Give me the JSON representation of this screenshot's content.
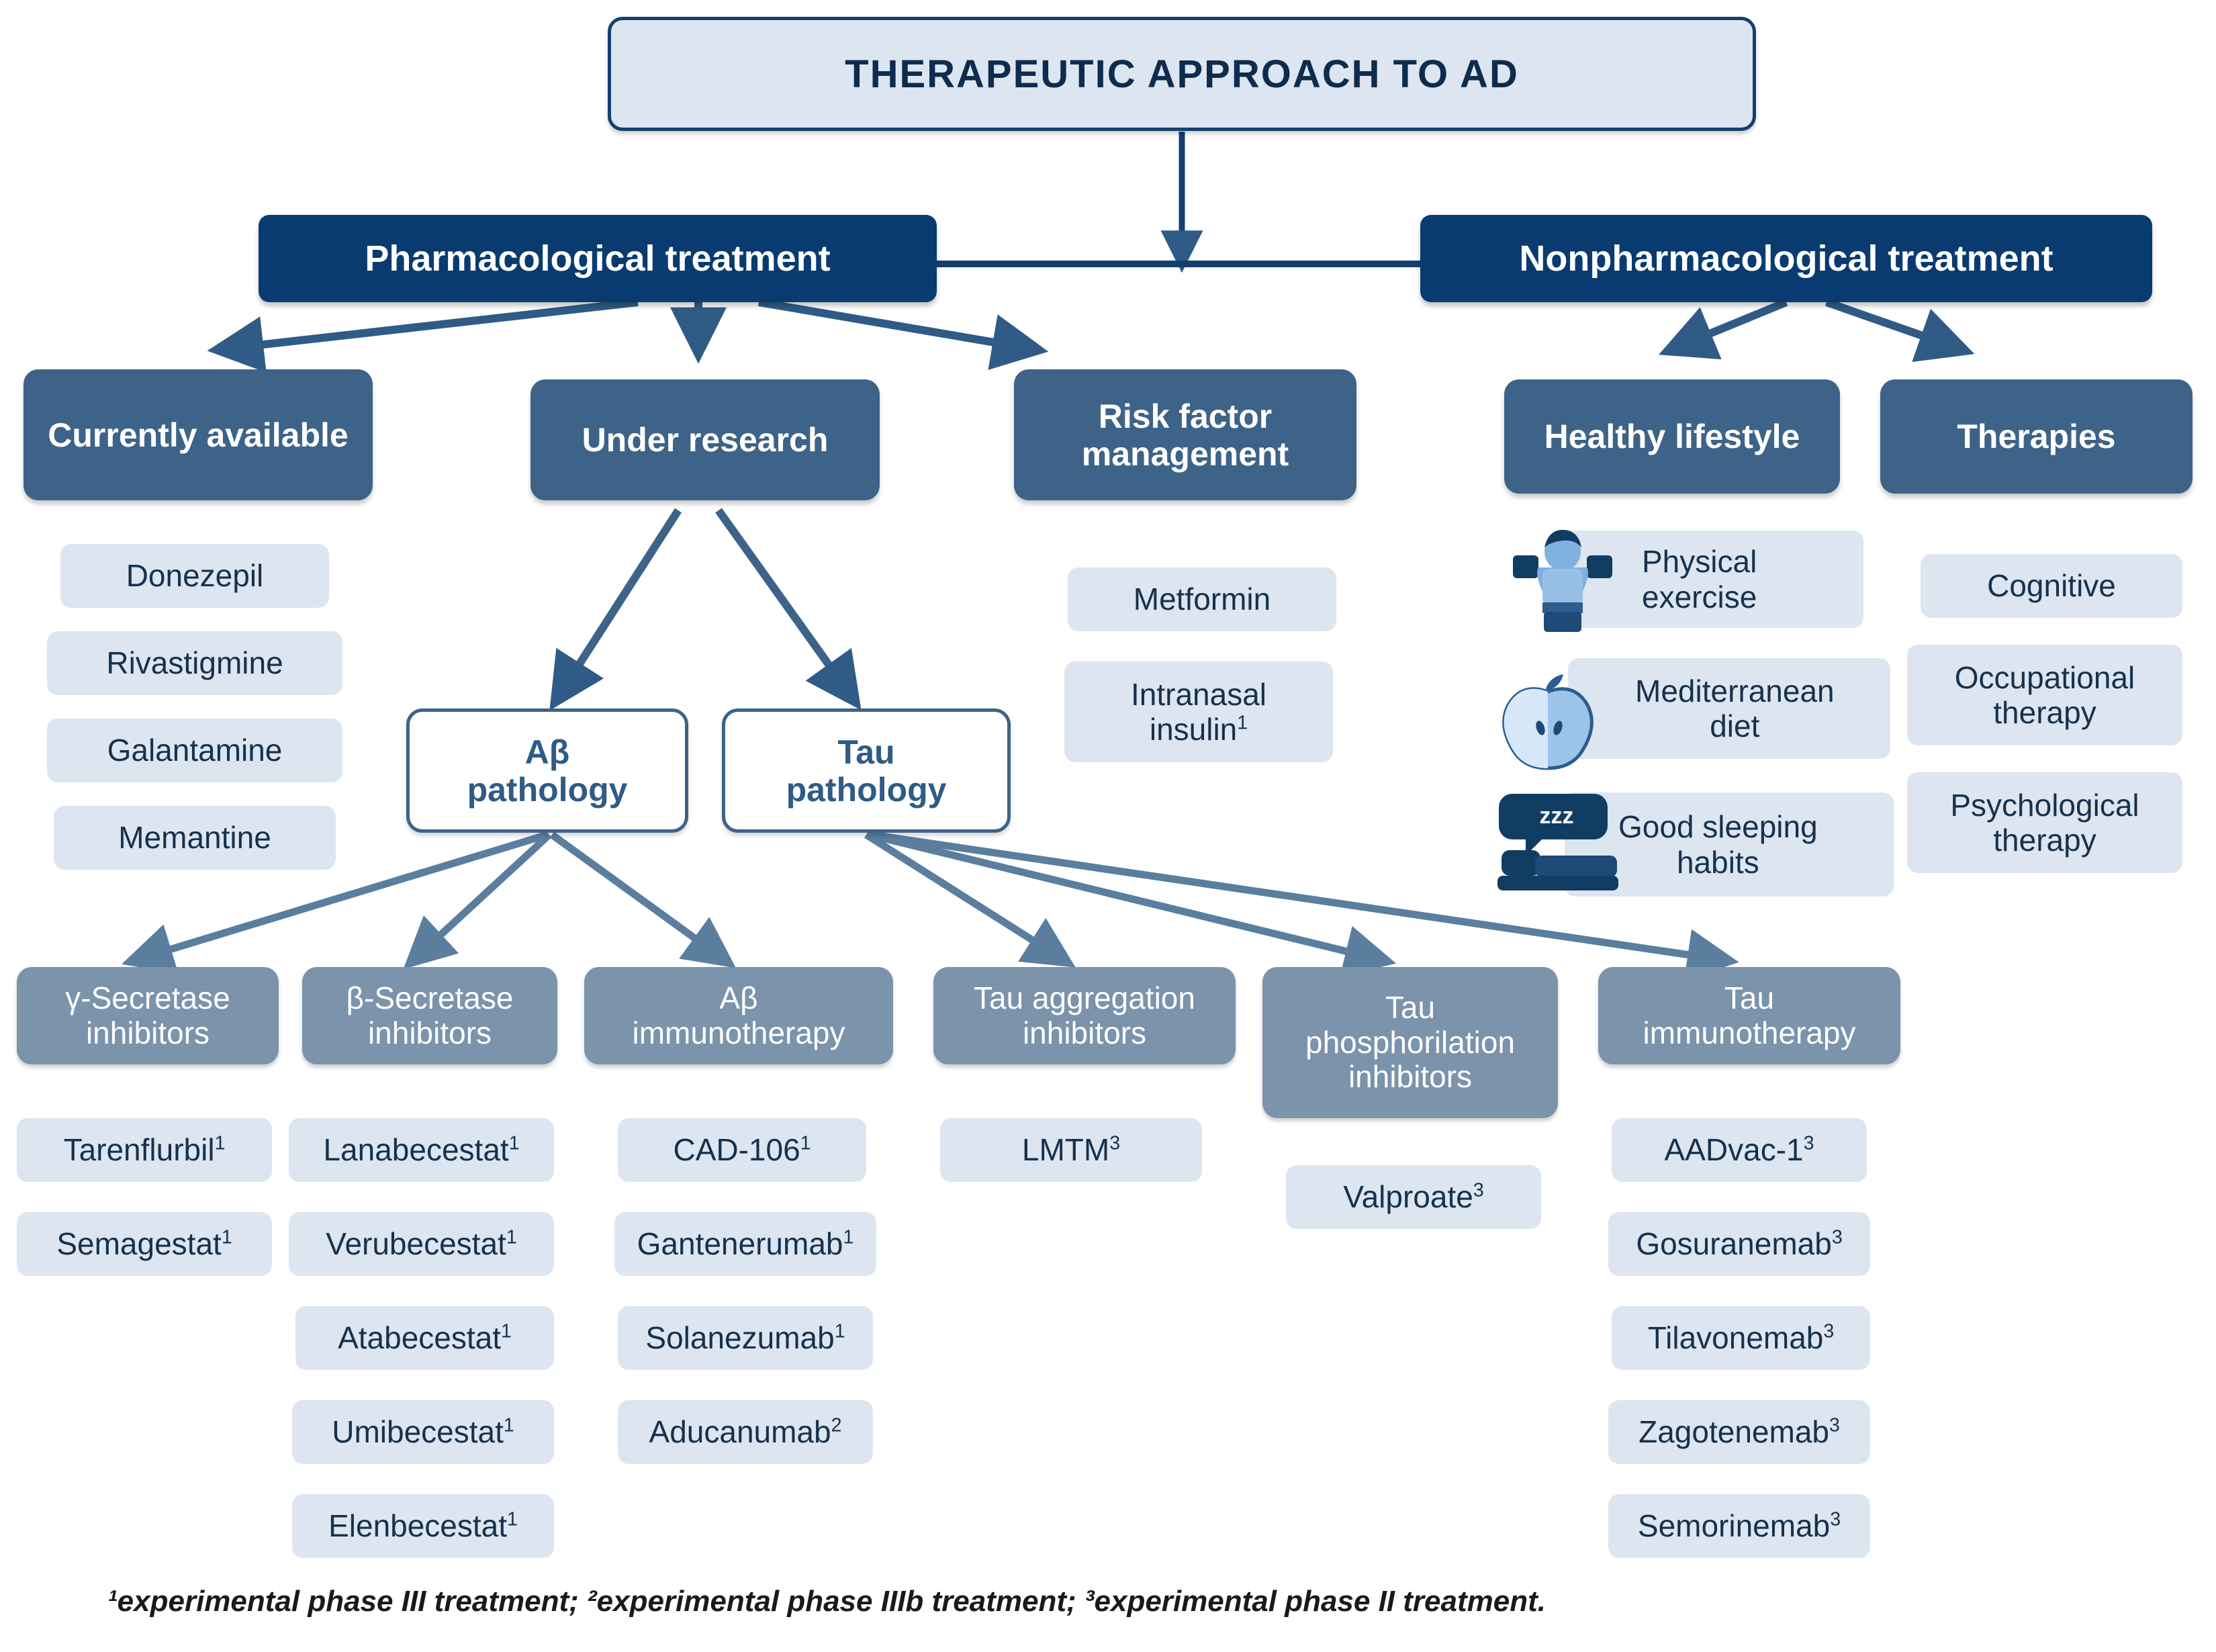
{
  "title": "THERAPEUTIC APPROACH TO AD",
  "colors": {
    "title_fill": "#dde5f0",
    "title_border": "#14406e",
    "navy": "#093b70",
    "mid_blue": "#3d6389",
    "mech_blue": "#7b93ab",
    "chip": "#dde5f0",
    "text_dark": "#16314d",
    "arrow": "#3d6389"
  },
  "branches": {
    "pharmacological": "Pharmacological treatment",
    "nonpharmacological": "Nonpharmacological treatment"
  },
  "categories": {
    "currently_available": "Currently available",
    "under_research": "Under research",
    "risk_factor": "Risk factor management",
    "healthy_lifestyle": "Healthy lifestyle",
    "therapies": "Therapies"
  },
  "pathology": {
    "abeta": "Aβ pathology",
    "tau": "Tau pathology"
  },
  "currently_available_items": [
    "Donezepil",
    "Rivastigmine",
    "Galantamine",
    "Memantine"
  ],
  "risk_factor_items": [
    {
      "name": "Metformin",
      "note": ""
    },
    {
      "name": "Intranasal insulin",
      "note": "1"
    }
  ],
  "lifestyle_items": [
    {
      "label": "Physical exercise",
      "icon": "exercise-icon"
    },
    {
      "label": "Mediterranean diet",
      "icon": "apple-icon"
    },
    {
      "label": "Good sleeping habits",
      "icon": "sleep-icon"
    }
  ],
  "therapy_items": [
    "Cognitive",
    "Occupational therapy",
    "Psychological therapy"
  ],
  "mechanisms": [
    {
      "id": "gamma-secretase-inhibitors",
      "header": "γ-Secretase inhibitors",
      "parent": "abeta",
      "drugs": [
        {
          "name": "Tarenflurbil",
          "note": "1"
        },
        {
          "name": "Semagestat",
          "note": "1"
        }
      ]
    },
    {
      "id": "beta-secretase-inhibitors",
      "header": "β-Secretase inhibitors",
      "parent": "abeta",
      "drugs": [
        {
          "name": "Lanabecestat",
          "note": "1"
        },
        {
          "name": "Verubecestat",
          "note": "1"
        },
        {
          "name": "Atabecestat",
          "note": "1"
        },
        {
          "name": "Umibecestat",
          "note": "1"
        },
        {
          "name": "Elenbecestat",
          "note": "1"
        }
      ]
    },
    {
      "id": "abeta-immunotherapy",
      "header": "Aβ immunotherapy",
      "parent": "abeta",
      "drugs": [
        {
          "name": "CAD-106",
          "note": "1"
        },
        {
          "name": "Gantenerumab",
          "note": "1"
        },
        {
          "name": "Solanezumab",
          "note": "1"
        },
        {
          "name": "Aducanumab",
          "note": "2"
        }
      ]
    },
    {
      "id": "tau-aggregation-inhibitors",
      "header": "Tau aggregation inhibitors",
      "parent": "tau",
      "drugs": [
        {
          "name": "LMTM",
          "note": "3"
        }
      ]
    },
    {
      "id": "tau-phosphorilation-inhibitors",
      "header": "Tau phosphorilation inhibitors",
      "parent": "tau",
      "drugs": [
        {
          "name": "Valproate",
          "note": "3"
        }
      ]
    },
    {
      "id": "tau-immunotherapy",
      "header": "Tau immunotherapy",
      "parent": "tau",
      "drugs": [
        {
          "name": "AADvac-1",
          "note": "3"
        },
        {
          "name": "Gosuranemab",
          "note": "3"
        },
        {
          "name": "Tilavonemab",
          "note": "3"
        },
        {
          "name": "Zagotenemab",
          "note": "3"
        },
        {
          "name": "Semorinemab",
          "note": "3"
        }
      ]
    }
  ],
  "footnote": "¹experimental phase III treatment; ²experimental phase IIIb treatment; ³experimental phase II treatment."
}
